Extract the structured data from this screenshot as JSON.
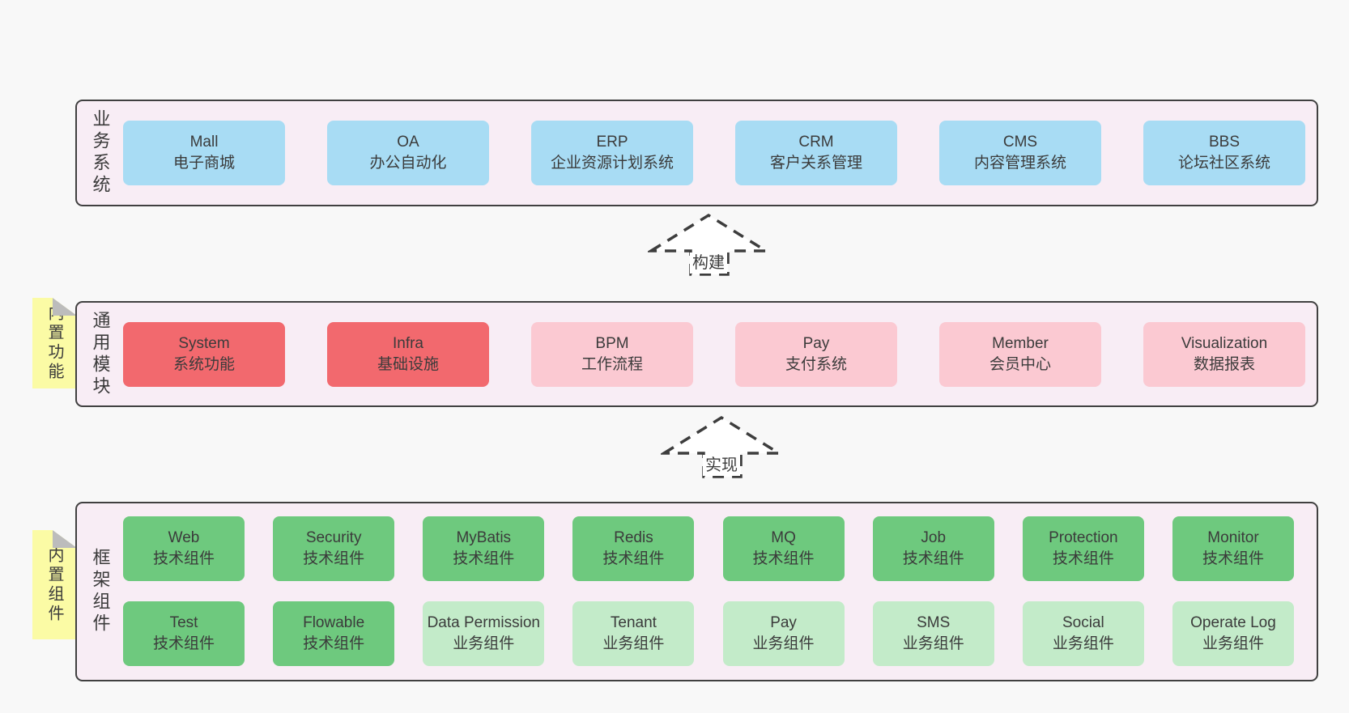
{
  "colors": {
    "page_bg": "#f8f8f8",
    "layer_bg": "#f8edf5",
    "layer_border": "#404040",
    "blue": "#a8dcf4",
    "red": "#f2696e",
    "pink": "#fbc9d2",
    "green_dark": "#6ec97e",
    "green_light": "#c3ebc9",
    "note_yellow": "#fbfba5",
    "note_fold": "#bcbcbc",
    "text": "#3b3b3b"
  },
  "arrows": [
    {
      "label": "构建"
    },
    {
      "label": "实现"
    }
  ],
  "layers": [
    {
      "label": "业务系统",
      "boxes": [
        {
          "name": "Mall",
          "desc": "电子商城"
        },
        {
          "name": "OA",
          "desc": "办公自动化"
        },
        {
          "name": "ERP",
          "desc": "企业资源计划系统"
        },
        {
          "name": "CRM",
          "desc": "客户关系管理"
        },
        {
          "name": "CMS",
          "desc": "内容管理系统"
        },
        {
          "name": "BBS",
          "desc": "论坛社区系统"
        }
      ]
    },
    {
      "label": "通用模块",
      "note": "内置功能",
      "boxes": [
        {
          "name": "System",
          "desc": "系统功能"
        },
        {
          "name": "Infra",
          "desc": "基础设施"
        },
        {
          "name": "BPM",
          "desc": "工作流程"
        },
        {
          "name": "Pay",
          "desc": "支付系统"
        },
        {
          "name": "Member",
          "desc": "会员中心"
        },
        {
          "name": "Visualization",
          "desc": "数据报表"
        }
      ]
    },
    {
      "label": "框架组件",
      "note": "内置组件",
      "boxes": [
        {
          "name": "Web",
          "desc": "技术组件"
        },
        {
          "name": "Security",
          "desc": "技术组件"
        },
        {
          "name": "MyBatis",
          "desc": "技术组件"
        },
        {
          "name": "Redis",
          "desc": "技术组件"
        },
        {
          "name": "MQ",
          "desc": "技术组件"
        },
        {
          "name": "Job",
          "desc": "技术组件"
        },
        {
          "name": "Protection",
          "desc": "技术组件"
        },
        {
          "name": "Monitor",
          "desc": "技术组件"
        },
        {
          "name": "Test",
          "desc": "技术组件"
        },
        {
          "name": "Flowable",
          "desc": "技术组件"
        },
        {
          "name": "Data Permission",
          "desc": "业务组件"
        },
        {
          "name": "Tenant",
          "desc": "业务组件"
        },
        {
          "name": "Pay",
          "desc": "业务组件"
        },
        {
          "name": "SMS",
          "desc": "业务组件"
        },
        {
          "name": "Social",
          "desc": "业务组件"
        },
        {
          "name": "Operate Log",
          "desc": "业务组件"
        }
      ]
    }
  ]
}
